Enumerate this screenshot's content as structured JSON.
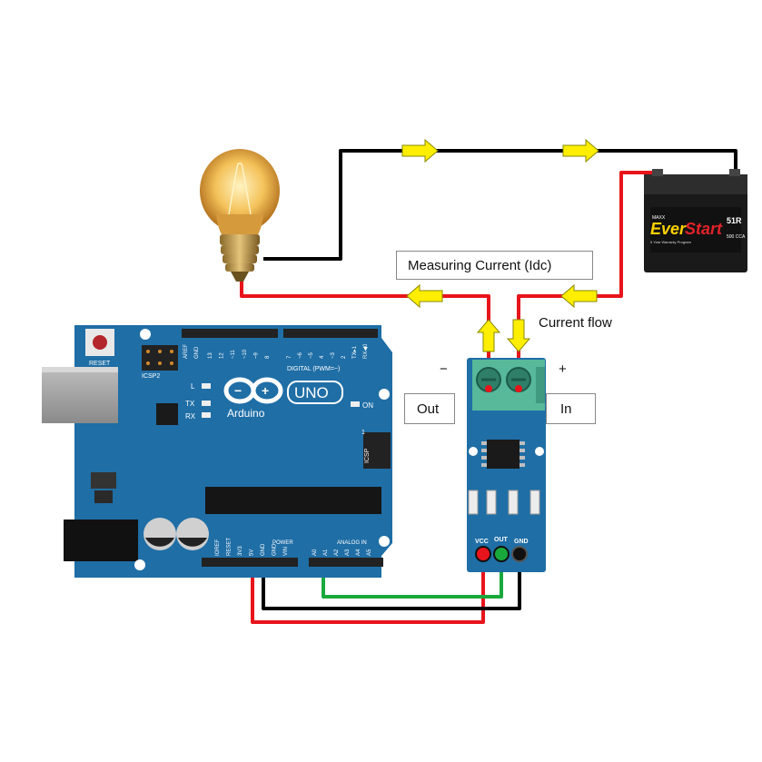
{
  "labels": {
    "measuring_current": "Measuring Current (Idc)",
    "current_flow": "Current flow",
    "out": "Out",
    "in": "In",
    "minus": "−",
    "plus": "+"
  },
  "arduino": {
    "reset": "RESET",
    "icsp2": "ICSP2",
    "aref": "AREF",
    "gnd": "GND",
    "digital_pins": [
      "13",
      "12",
      "~11",
      "~10",
      "~9",
      "8",
      "7",
      "~6",
      "~5",
      "4",
      "~3",
      "2",
      "TX▸1",
      "RX◀0"
    ],
    "digital_label": "DIGITAL (PWM=~)",
    "l": "L",
    "tx": "TX",
    "rx": "RX",
    "on": "ON",
    "logo_text": "Arduino",
    "uno": "UNO",
    "icsp": "ICSP",
    "icsp_one": "1",
    "power_label": "POWER",
    "analog_label": "ANALOG IN",
    "power_pins": [
      "IOREF",
      "RESET",
      "3V3",
      "5V",
      "GND",
      "GND",
      "VIN"
    ],
    "analog_pins": [
      "A0",
      "A1",
      "A2",
      "A3",
      "A4",
      "A5"
    ]
  },
  "sensor": {
    "vcc": "VCC",
    "out": "OUT",
    "gnd": "GND"
  },
  "battery": {
    "maxx": "MAXX",
    "brand_ever": "Ever",
    "brand_start": "Start",
    "model": "51R",
    "warranty": "5 Year Warranty Program",
    "cca": "500 CCA"
  },
  "colors": {
    "board": "#1f6ea6",
    "wire_red": "#e8141b",
    "wire_black": "#000000",
    "wire_green": "#19a83c",
    "arrow_fill": "#ffee00",
    "terminal": "#57b89a"
  },
  "icons": {
    "bulb": "light-bulb-icon",
    "battery": "car-battery-icon",
    "arrow": "yellow-arrow-icon"
  }
}
